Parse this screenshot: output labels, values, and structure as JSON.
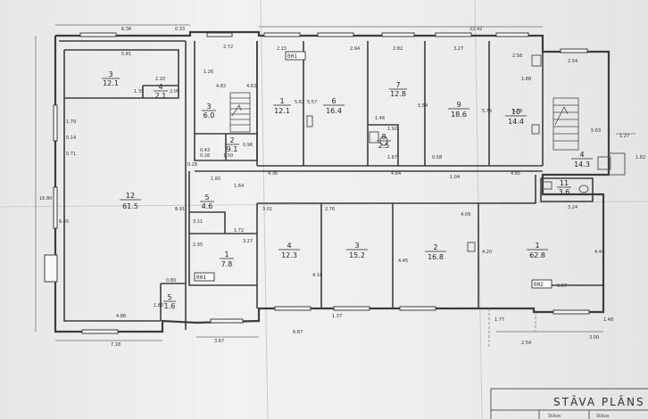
{
  "title_block": {
    "title": "STĀVA  PLĀNS",
    "col_a": "Stāva",
    "col_b": "Stāva"
  },
  "stamps": [
    "001",
    "001",
    "002"
  ],
  "rooms": [
    {
      "num": "3",
      "area": "12.1"
    },
    {
      "num": "4",
      "area": "2.1"
    },
    {
      "num": "12",
      "area": "61.5"
    },
    {
      "num": "3",
      "area": "6.0"
    },
    {
      "num": "2",
      "area": "9.1"
    },
    {
      "num": "1",
      "area": "12.1"
    },
    {
      "num": "6",
      "area": "16.4"
    },
    {
      "num": "7",
      "area": "12.8"
    },
    {
      "num": "8",
      "area": "2.5"
    },
    {
      "num": "9",
      "area": "18.6"
    },
    {
      "num": "10",
      "area": "14.4"
    },
    {
      "num": "4",
      "area": "14.3"
    },
    {
      "num": "11",
      "area": "3.6"
    },
    {
      "num": "5",
      "area": "4.6"
    },
    {
      "num": "1",
      "area": "7.8"
    },
    {
      "num": "5",
      "area": "1.6"
    },
    {
      "num": "4",
      "area": "12.3"
    },
    {
      "num": "3",
      "area": "15.2"
    },
    {
      "num": "2",
      "area": "16.8"
    },
    {
      "num": "1",
      "area": "62.8"
    }
  ],
  "dims": [
    "6.36",
    "0.33",
    "22.42",
    "5.81",
    "2.72",
    "2.15",
    "2.94",
    "2.82",
    "3.27",
    "2.58",
    "2.54",
    "2.20",
    "2.09",
    "1.35",
    "1.26",
    "4.82",
    "4.63",
    "5.62",
    "5.57",
    "5.54",
    "5.75",
    "5.73",
    "5.63",
    "1.88",
    "1.27",
    "1.62",
    "16.80",
    "6.45",
    "8.91",
    "0.71",
    "0.14",
    "1.79",
    "4.36",
    "4.84",
    "4.85",
    "1.04",
    "0.58",
    "1.67",
    "1.60",
    "1.72",
    "3.01",
    "2.76",
    "4.09",
    "3.24",
    "4.44",
    "4.20",
    "4.45",
    "4.10",
    "3.11",
    "2.35",
    "3.27",
    "0.80",
    "1.80",
    "4.86",
    "7.18",
    "3.67",
    "6.87",
    "1.37",
    "1.77",
    "1.48",
    "2.54",
    "3.00",
    "6.57",
    "1.46",
    "1.92",
    "0.96",
    "0.26",
    "1.50",
    "0.28",
    "0.43",
    "1.64"
  ]
}
